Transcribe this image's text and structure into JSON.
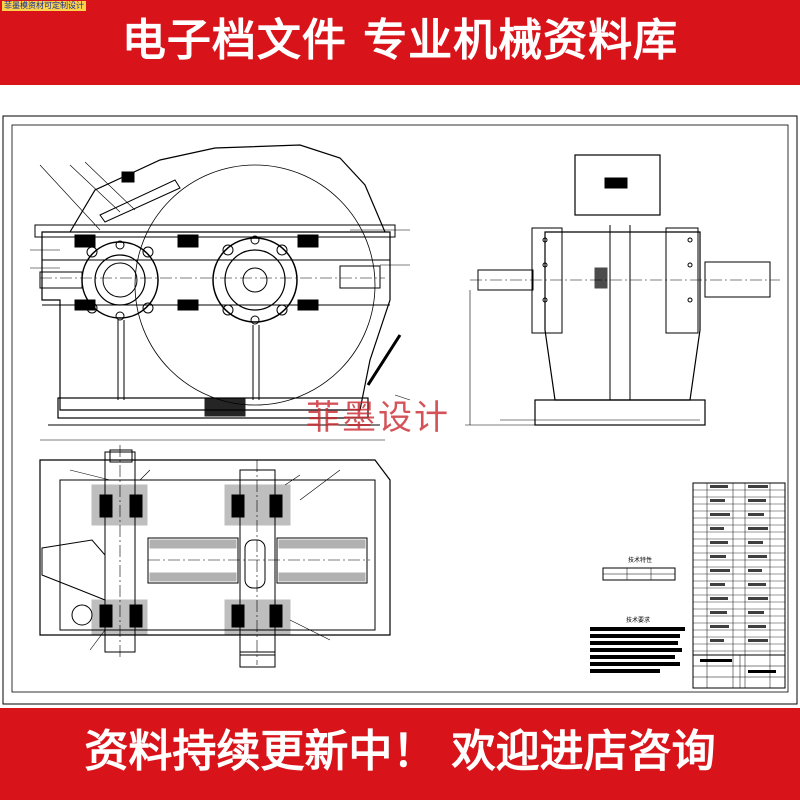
{
  "header": {
    "corner_tag": "菲墨模资材可定制设计",
    "title": "电子档文件 专业机械资料库",
    "background_color": "#d8141a"
  },
  "drawing": {
    "kind": "two-stage gearbox assembly drawing",
    "views": [
      "front-view",
      "side-view",
      "top-section-view"
    ],
    "line_color": "#000000"
  },
  "watermark": {
    "text": "菲墨设计",
    "color": "#c9242a"
  },
  "tables": {
    "characteristics_title": "技术特性",
    "requirements_title": "技术要求"
  },
  "footer": {
    "title": "资料持续更新中！ 欢迎进店咨询",
    "background_color": "#d8141a"
  }
}
